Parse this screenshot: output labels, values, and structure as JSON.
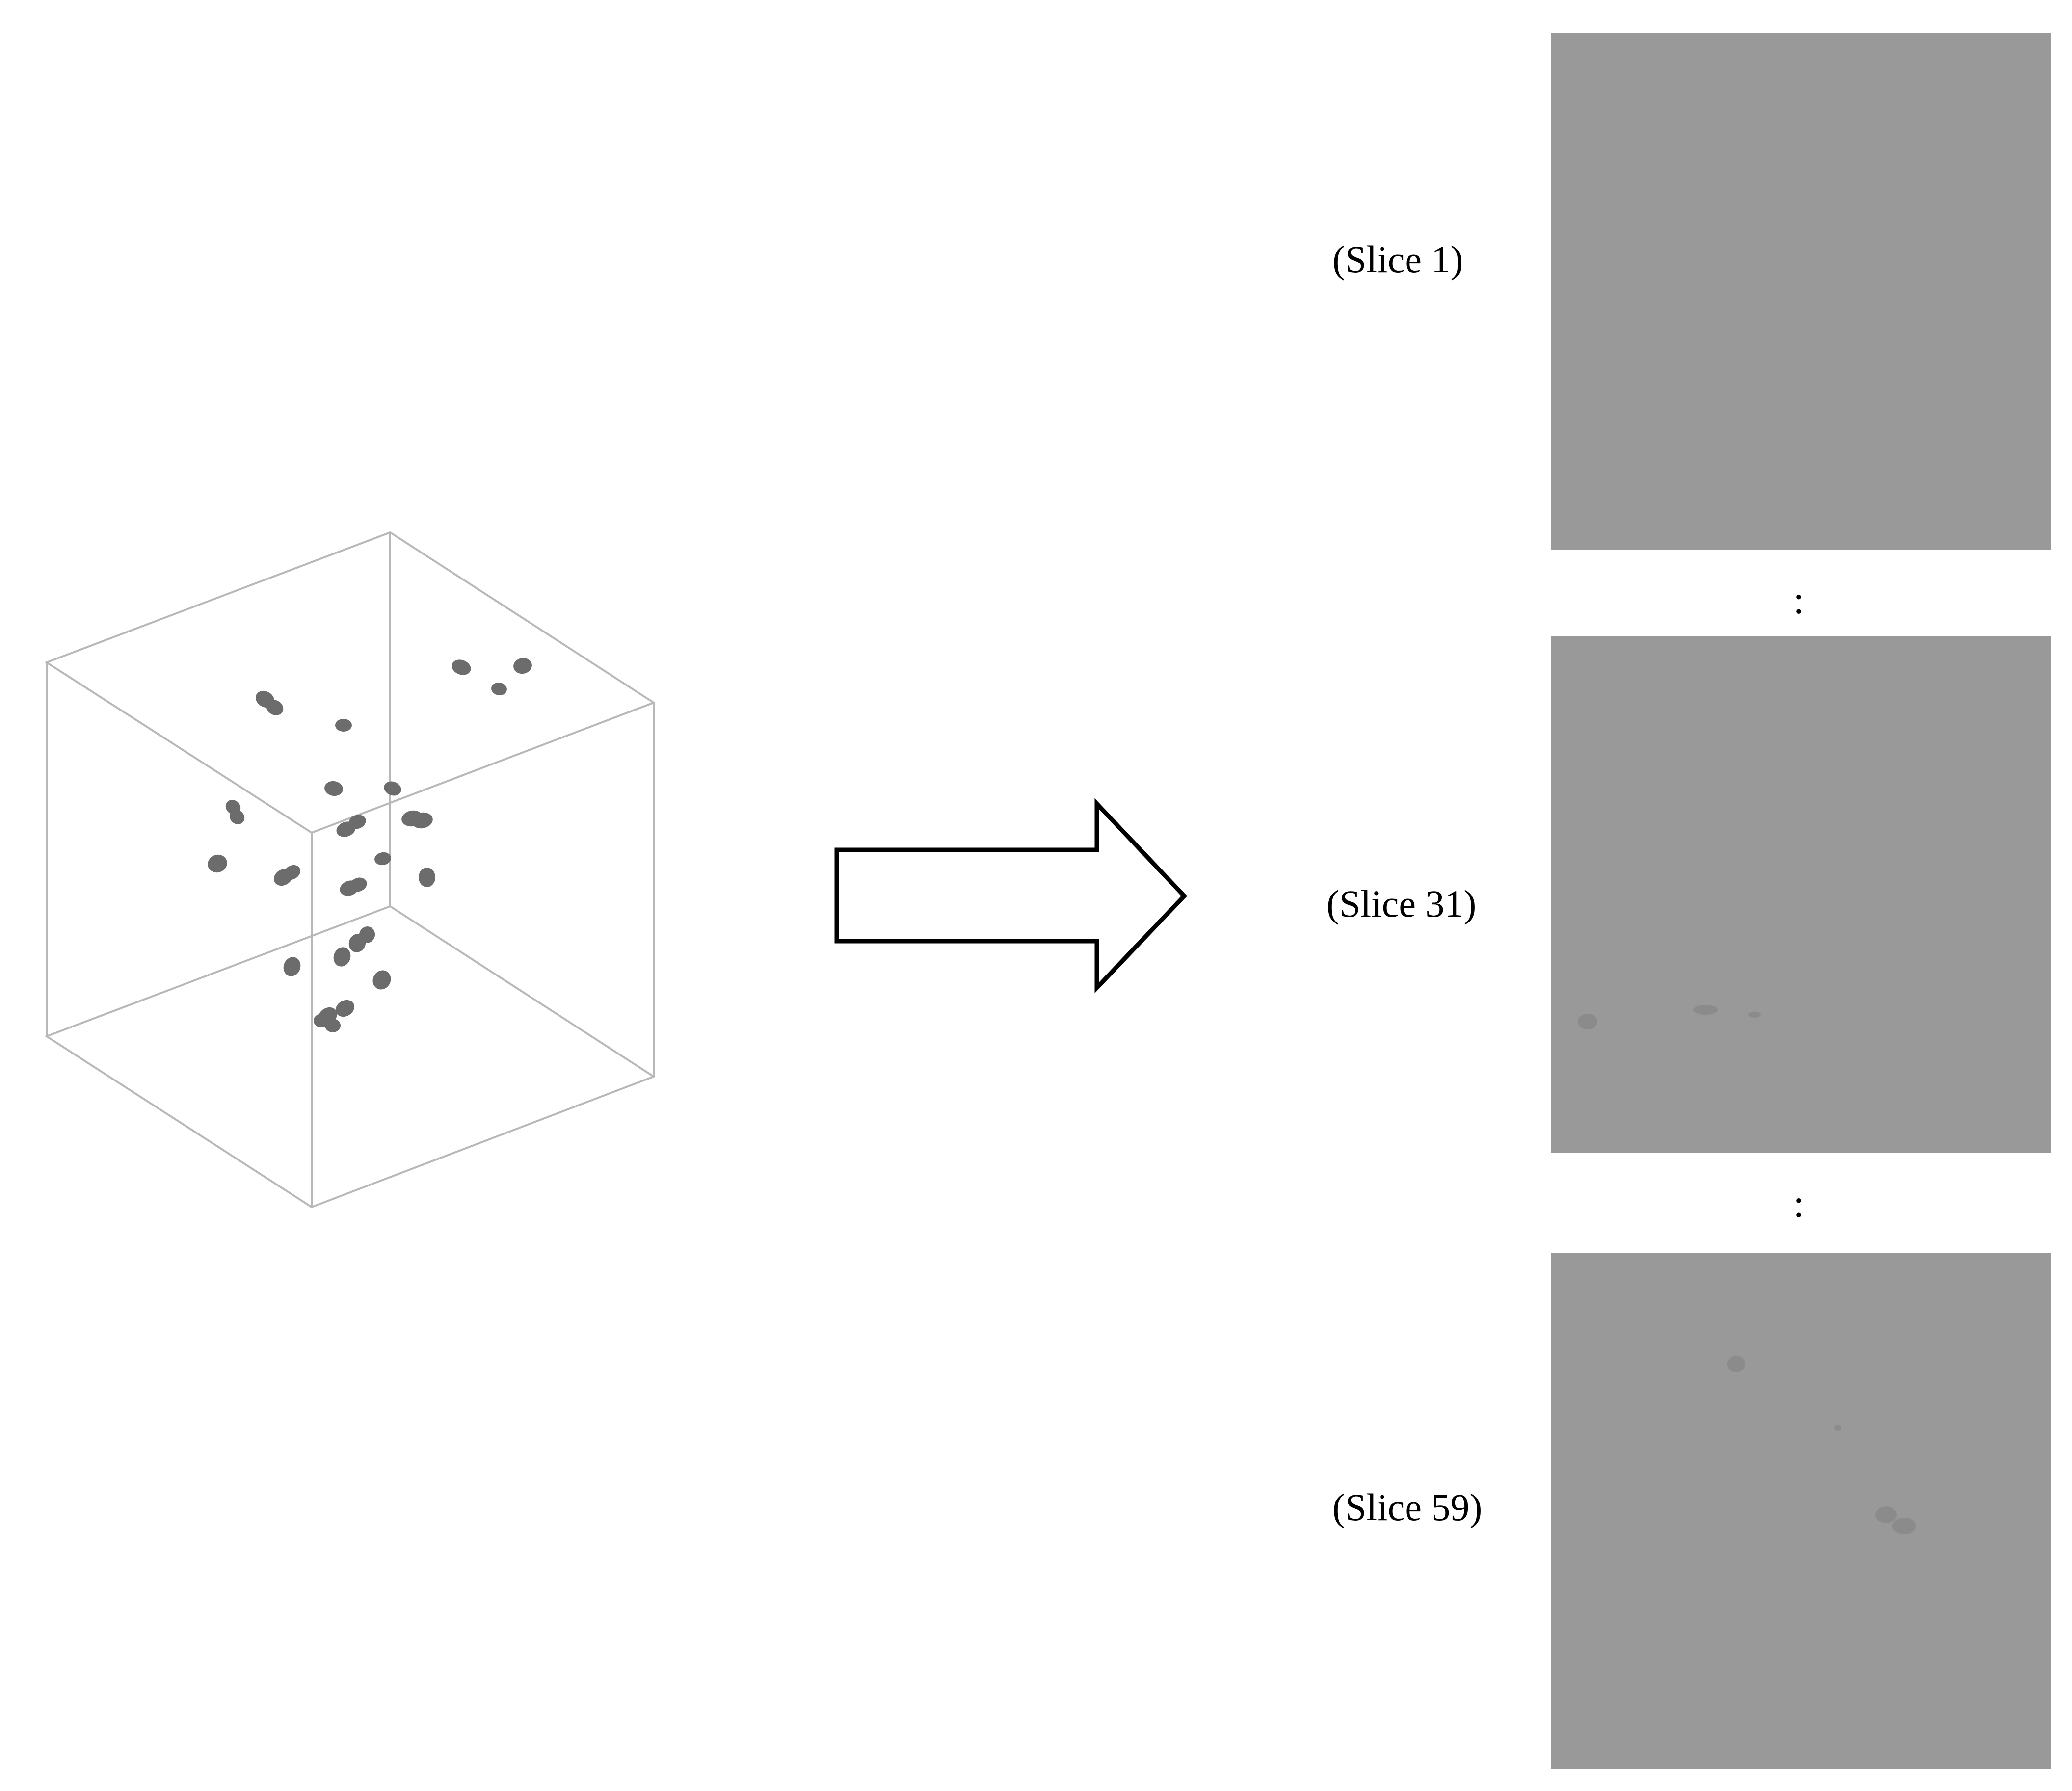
{
  "colors": {
    "background": "#ffffff",
    "cube_edge": "#b8b8b8",
    "particle": "#6c6c6c",
    "arrow_stroke": "#000000",
    "arrow_fill": "#ffffff",
    "slice_background": "#999999",
    "slice_particle": "#8b8b8b"
  },
  "cube": {
    "icon": "cube-wireframe-icon",
    "particle_count": 30
  },
  "arrow": {
    "icon": "right-arrow-icon"
  },
  "slices": [
    {
      "label": "(Slice 1)"
    },
    {
      "label": "(Slice 31)"
    },
    {
      "label": "(Slice 59)"
    }
  ],
  "separators": [
    ":",
    ":"
  ]
}
